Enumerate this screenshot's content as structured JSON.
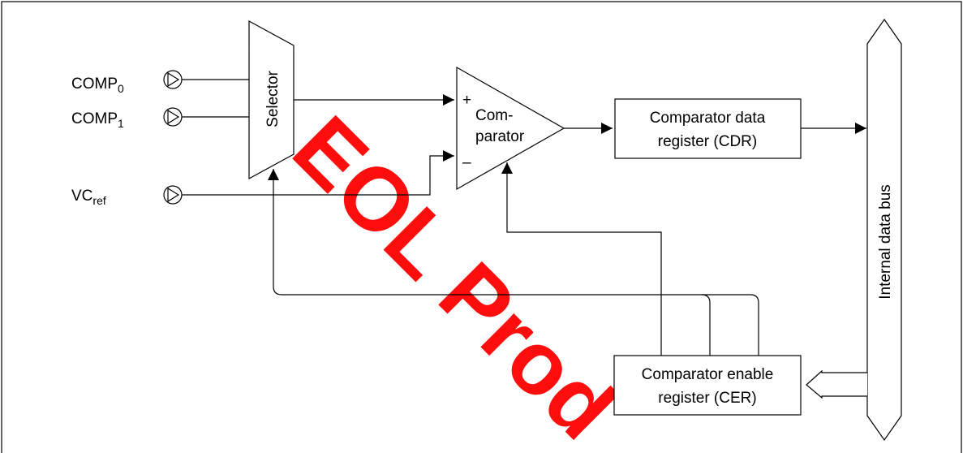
{
  "inputs": {
    "comp0": {
      "base": "COMP",
      "sub": "0"
    },
    "comp1": {
      "base": "COMP",
      "sub": "1"
    },
    "vcref": {
      "base": "VC",
      "sub": "ref"
    }
  },
  "blocks": {
    "selector": "Selector",
    "comparator": [
      "Com-",
      "parator"
    ],
    "cdr": [
      "Comparator data",
      "register (CDR)"
    ],
    "cer": [
      "Comparator enable",
      "register (CER)"
    ],
    "bus": "Internal data bus"
  },
  "comparator_signs": {
    "plus": "+",
    "minus": "–"
  },
  "watermark": "EOL Prod",
  "colors": {
    "line": "#000000",
    "watermark": "#ff0000",
    "background": "#ffffff"
  }
}
